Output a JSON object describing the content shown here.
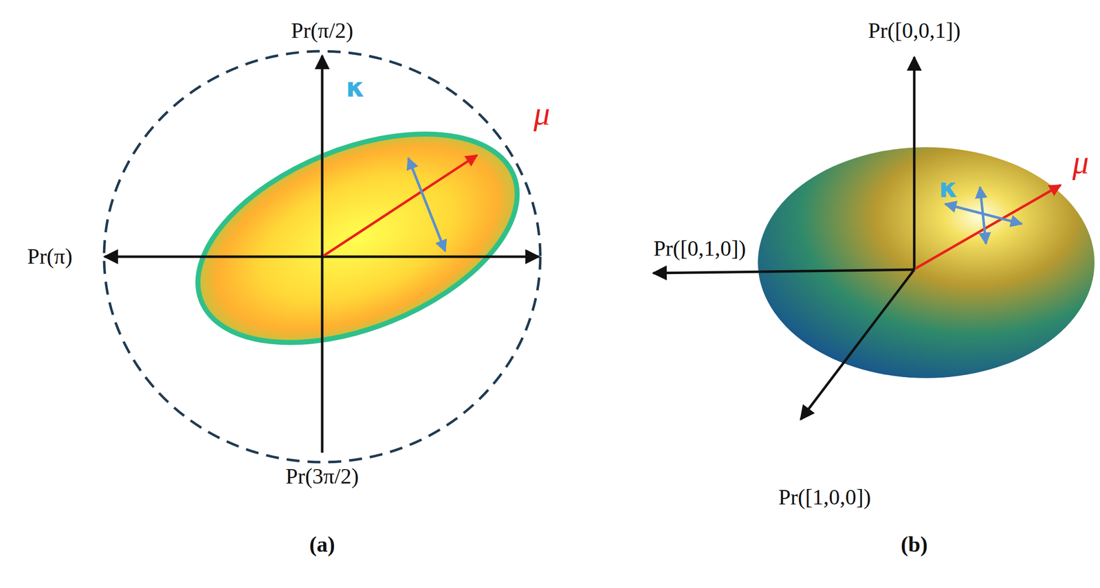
{
  "diagram": {
    "labels": [
      "Pr(π/2)",
      "κ",
      "μ",
      "Pr(π)",
      "Pr(3π/2)",
      "(a)",
      "Pr([0,0,1])",
      "Pr([0,1,0])",
      "κ",
      "μ",
      "Pr([1,0,0])",
      "(b)"
    ]
  }
}
